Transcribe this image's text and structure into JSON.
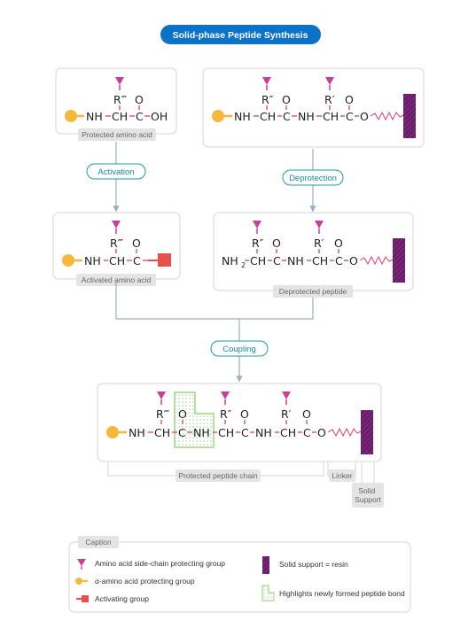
{
  "title": "Solid-phase Peptide Synthesis",
  "steps": {
    "activation": "Activation",
    "deprotection": "Deprotection",
    "coupling": "Coupling"
  },
  "boxes": {
    "protected_amino_acid": "Protected amino acid",
    "activated_amino_acid": "Activated amino acid",
    "deprotected_peptide": "Deprotected peptide",
    "protected_peptide_chain": "Protected peptide chain",
    "linker": "Linker",
    "solid_support": "Solid Support"
  },
  "caption": {
    "title": "Caption",
    "items": [
      "Amino acid side-chain protecting group",
      "α-amino acid protecting group",
      "Activating group",
      "Solid support = resin",
      "Highlights newly formed peptide bond"
    ]
  },
  "chem": {
    "r3": "R‴",
    "r2": "R″",
    "r1": "R′",
    "nh": "NH",
    "ch": "CH",
    "c": "C",
    "o": "O",
    "oh": "OH",
    "nh2": "NH",
    "sub2": "2"
  },
  "colors": {
    "title_bg": "#0b72c9",
    "pill_border": "#1a9c95",
    "pill_text": "#1a8c8c",
    "side_chain_group": "#c83e9c",
    "alpha_group": "#f4b93a",
    "activating_group": "#e8504a",
    "resin": "#6a1b6a",
    "bond_highlight": "#b8dea0",
    "bonds": "#d8406e",
    "label_bg": "#e4e4e4"
  }
}
